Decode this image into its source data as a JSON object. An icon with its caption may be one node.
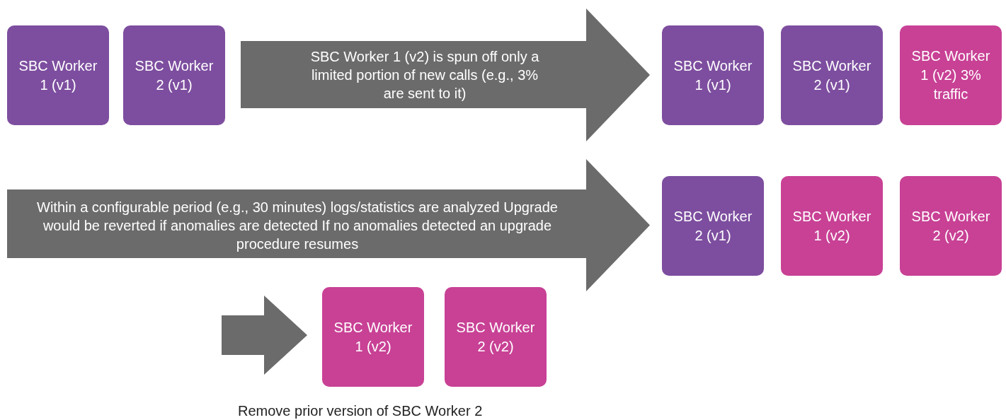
{
  "diagram": {
    "nodes": [
      {
        "text": [
          "SBC Worker 1 (v1)"
        ]
      },
      {
        "text": [
          "SBC Worker 2 (v1)"
        ]
      },
      {
        "text": [
          "SBC Worker 1 (v2) is spun off only a limited portion of new calls (e.g., 3% are sent to it)"
        ]
      },
      {
        "text": [
          "SBC Worker 1 (v1)"
        ]
      },
      {
        "text": [
          "SBC Worker 2 (v1)"
        ]
      },
      {
        "text": [
          "SBC Worker 1 (v2) 3% traffic"
        ]
      },
      {
        "text": [
          "Within a configurable period (e.g., 30 minutes) logs/statistics are analyzed Upgrade would be reverted if anomalies are detected If no anomalies detected an upgrade procedure resumes"
        ]
      },
      {
        "text": [
          "SBC Worker 2 (v1)"
        ]
      },
      {
        "text": [
          "SBC Worker 1 (v2)"
        ]
      },
      {
        "text": [
          "SBC Worker 2 (v2)"
        ]
      },
      {
        "text": [],
        "shape": "arrow"
      },
      {
        "text": [
          "SBC Worker 1 (v2)"
        ]
      },
      {
        "text": [
          "SBC Worker 2 (v2)"
        ]
      }
    ],
    "labels": [
      "Remove prior version of SBC Worker 2"
    ]
  }
}
